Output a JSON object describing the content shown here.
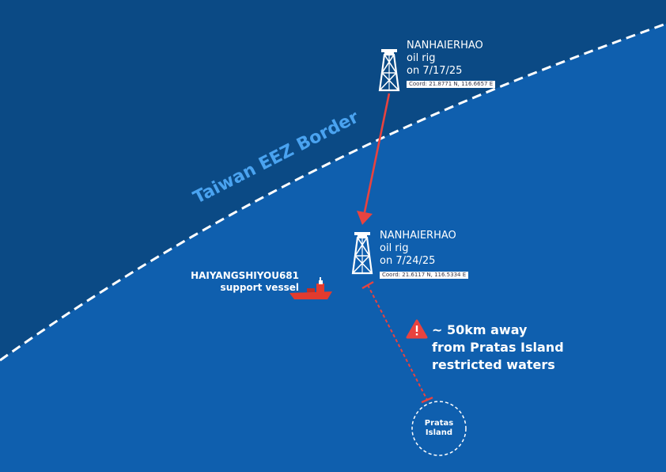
{
  "colors": {
    "outside_eez": "#0b4a85",
    "inside_eez": "#0f5fae",
    "border_line": "#ffffff",
    "border_label": "#4aa3f0",
    "arrow": "#e8433f",
    "vessel": "#e23b2e"
  },
  "border": {
    "label": "Taiwan EEZ Border"
  },
  "rig_old": {
    "name": "NANHAIERHAO",
    "type": "oil rig",
    "date": "on 7/17/25",
    "coord": "Coord: 21.8771 N, 116.6657 E",
    "icon": "oil-rig-icon"
  },
  "rig_new": {
    "name": "NANHAIERHAO",
    "type": "oil rig",
    "date": "on 7/24/25",
    "coord": "Coord: 21.6117 N, 116.5334 E",
    "icon": "oil-rig-icon"
  },
  "vessel": {
    "name": "HAIYANGSHIYOU681",
    "type": "support vessel",
    "icon": "ship-icon"
  },
  "warning": {
    "icon": "warning-icon",
    "line1": "~ 50km away",
    "line2": "from Pratas Island",
    "line3": "restricted waters"
  },
  "pratas": {
    "line1": "Pratas",
    "line2": "Island"
  }
}
